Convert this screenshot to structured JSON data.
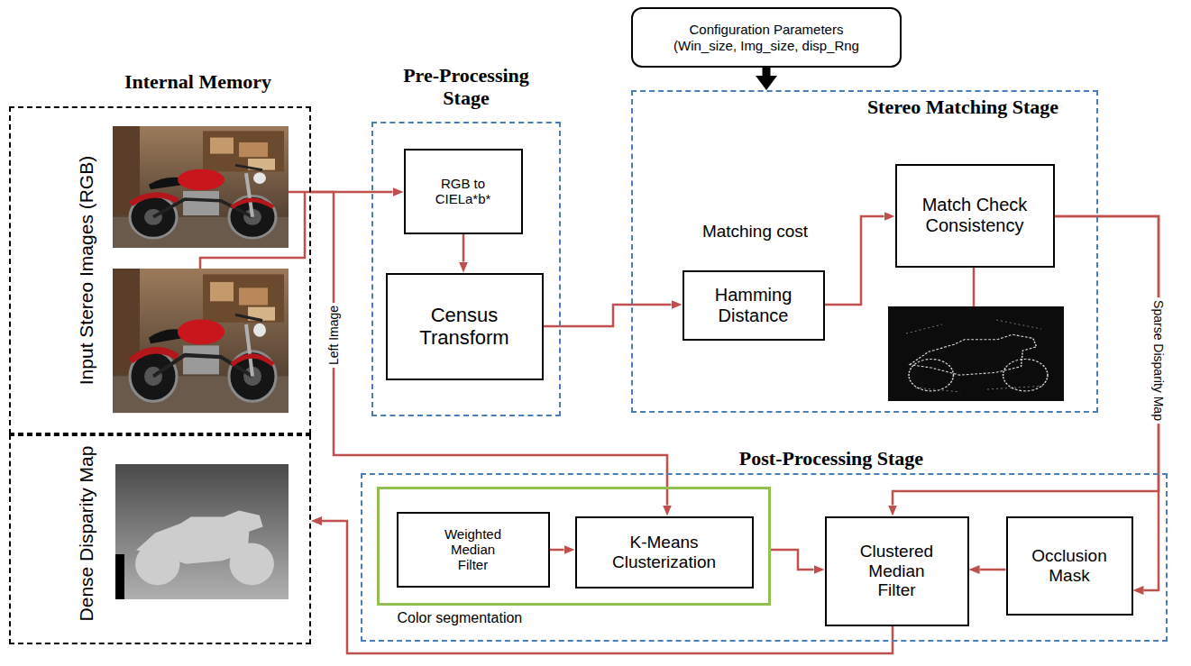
{
  "diagram": {
    "nodes": [
      {
        "text": [
          "Internal Memory",
          "Input Stereo Images (RGB)"
        ]
      },
      {
        "text": [
          "Dense Disparity Map"
        ]
      },
      {
        "text": [
          "Pre-Processing Stage"
        ]
      },
      {
        "text": [
          "RGB to CIELa*b*"
        ],
        "in": 2
      },
      {
        "text": [
          "Census Transform"
        ],
        "in": 2
      },
      {
        "text": [
          "Configuration Parameters (Win_size, Img_size, disp_Rng"
        ]
      },
      {
        "text": [
          "Stereo Matching Stage"
        ]
      },
      {
        "text": [
          "Matching cost",
          "Hamming Distance"
        ],
        "in": 6
      },
      {
        "text": [
          "Match Check Consistency"
        ],
        "in": 6
      },
      {
        "text": [
          "Post-Processing Stage"
        ]
      },
      {
        "text": [
          "Color segmentation"
        ],
        "in": 9
      },
      {
        "text": [
          "Weighted Median Filter"
        ],
        "in": 10
      },
      {
        "text": [
          "K-Means Clusterization"
        ],
        "in": 10
      },
      {
        "text": [
          "Clustered Median Filter"
        ],
        "in": 9
      },
      {
        "text": [
          "Occlusion Mask"
        ],
        "in": 9
      }
    ],
    "edges": [
      {
        "from": 0,
        "to": 3,
        "arrow": "to"
      },
      {
        "from": 3,
        "to": 4,
        "arrow": "to"
      },
      {
        "from": 4,
        "to": 7,
        "arrow": "to"
      },
      {
        "from": 7,
        "to": 8,
        "arrow": "to"
      },
      {
        "from": 5,
        "to": 6,
        "arrow": "to"
      },
      {
        "from": 8,
        "to": 13,
        "arrow": "to"
      },
      {
        "from": 8,
        "to": 14,
        "label": "Sparse Disparity Map",
        "arrow": "to"
      },
      {
        "from": 0,
        "to": 12,
        "label": "Left Image",
        "arrow": "to"
      },
      {
        "from": 11,
        "to": 12,
        "arrow": "to"
      },
      {
        "from": 10,
        "to": 13,
        "arrow": "to"
      },
      {
        "from": 14,
        "to": 13,
        "arrow": "to"
      },
      {
        "from": 13,
        "to": 1,
        "arrow": "to"
      }
    ]
  }
}
